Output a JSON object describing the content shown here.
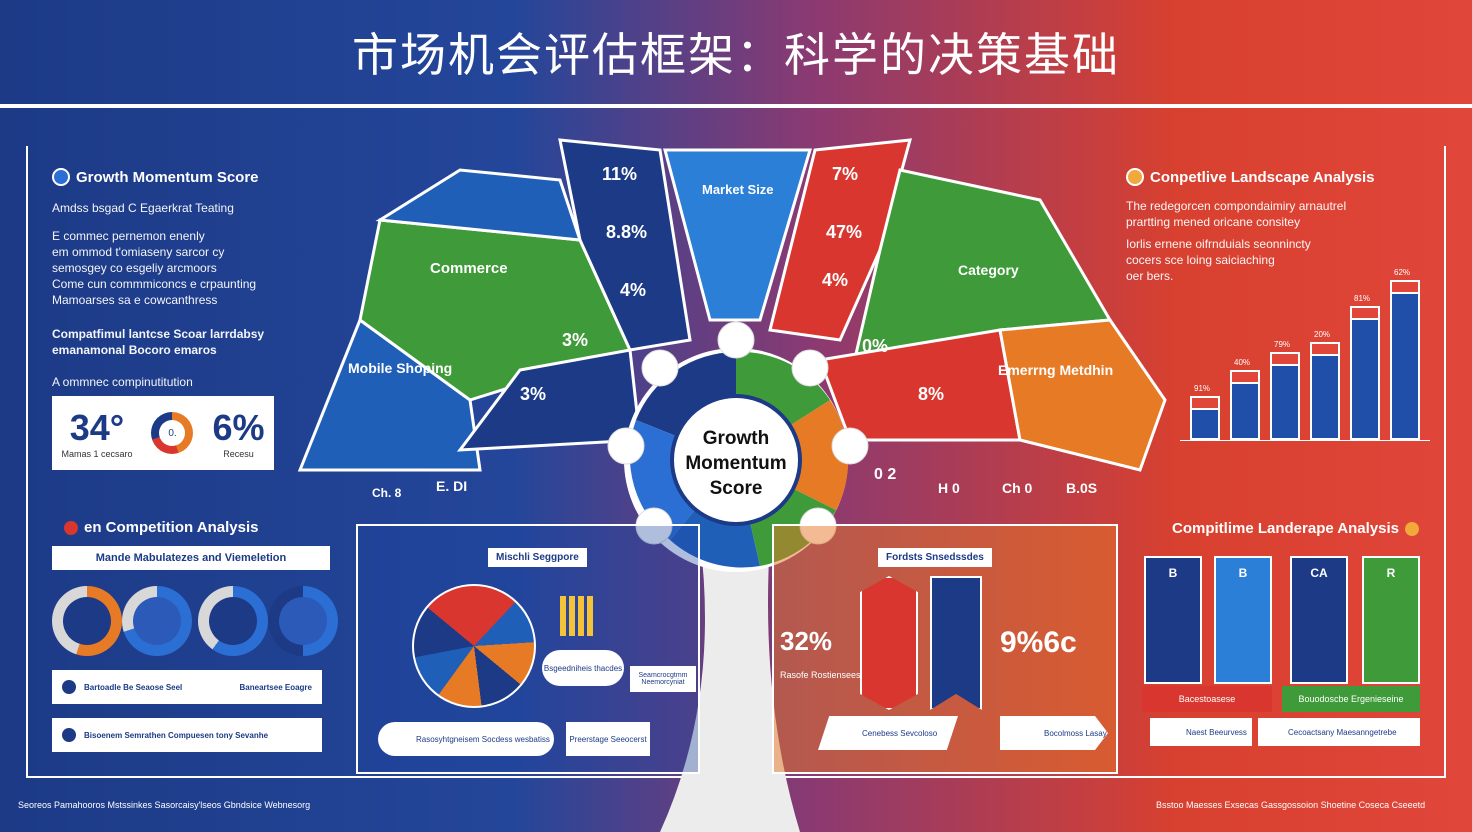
{
  "header": {
    "title": "市场机会评估框架：科学的决策基础"
  },
  "left": {
    "growth_title": "Growth Momentum Score",
    "growth_sub": "Amdss bsgad C Egaerkrat Teating",
    "growth_body": [
      "E commec pernemon enenly",
      "em ommod t'omiaseny sarcor cy",
      "semosgey co esgeliy arcmoors",
      "Come cun commmiconcs e crpaunting",
      "Mamoarses sa e cowcanthress"
    ],
    "comp_line": "Compatfimul lantcse Scoar larrdabsy",
    "comp_line2": "emanamonal Bocoro emaros",
    "opp_line": "A ommnec compinutitution",
    "stat_a": "34°",
    "stat_a_sub": "Mamas 1 cecsaro",
    "stat_b": "6%",
    "stat_b_sub": "Recesu",
    "stat_ring": "0.",
    "comp_analysis_title": "en Competition Analysis",
    "bar1": "Mande Mabulatezes and Viemeletion",
    "bar2": "Bartoadle Be Seaose Seel",
    "bar2b": "Baneartsee Eoagre",
    "bar3": "Bisoenem Semrathen Compuesen tony Sevanhe"
  },
  "center": {
    "core": "Growth Momentum Score",
    "segments": {
      "commerce": "Commerce",
      "mobile": "Mobile Shoping",
      "market": "Market Size",
      "category": "Category",
      "emerging": "Emerrng Metdhin"
    },
    "stats": {
      "s1": "11%",
      "s2": "8.8%",
      "s3": "4%",
      "s4": "3%",
      "s5": "3%",
      "s6": "7%",
      "s7": "47%",
      "s8": "4%",
      "s9": "0%",
      "s10": "8%"
    },
    "bottom_left_labels": [
      "Ch. 8",
      "E. DI"
    ],
    "bottom_right_labels": [
      "0 2",
      "H 0",
      "Ch 0",
      "B.0S"
    ],
    "panel_blue_title": "Mischli Seggpore",
    "panel_blue_note1": "Bsgeedniheis thacdes",
    "panel_blue_note2": "Seamcrocgtmm Neemorcyniat",
    "panel_blue_foot": "Rasosyhtgneisem Socdess wesbatiss",
    "panel_blue_foot2": "Preerstage Seeocerst",
    "panel_orange_title": "Fordsts Snsedssdes",
    "panel_orange_big": "32%",
    "panel_orange_big2": "9%6c",
    "panel_orange_sub": "Rasofe Rostiensees",
    "panel_orange_foot": "Cenebess Sevcoloso",
    "panel_orange_foot2": "Bocolmoss Lasay"
  },
  "right": {
    "title": "Conpetlive Landscape Analysis",
    "body": [
      "The redegorcen compondaimiry arnautrel",
      "prartting mened oricane consitey",
      "Iorlis ernene oifrnduials seonnincty",
      "cocers sce loing saiciaching",
      "oer bers."
    ],
    "bars": [
      0.18,
      0.32,
      0.42,
      0.48,
      0.68,
      0.82
    ],
    "bar_labels": [
      "91%",
      "40%",
      "79%",
      "20%",
      "81%",
      "62%"
    ],
    "panel_title": "Compitlime Landerape Analysis",
    "cards": [
      "B",
      "B",
      "CA",
      "R"
    ],
    "bottom1": "Bacestoasese",
    "bottom2": "Bouodoscbe Ergenieseine",
    "bottom3": "Naest Beeurvess",
    "bottom4": "Cecoactsany Maesanngetrebe"
  },
  "footer": {
    "left": "Seoreos  Pamahooros Mstssinkes  Sasorcaisy'lseos  Gbndsice Webnesorg",
    "right": "Bsstoo Maesses  Exsecas Gassgossoion Shoetine Coseca Cseeetd"
  },
  "colors": {
    "blue": "#1c3a86",
    "green": "#3f9a3a",
    "red": "#d8362e",
    "orange": "#e77a25"
  }
}
